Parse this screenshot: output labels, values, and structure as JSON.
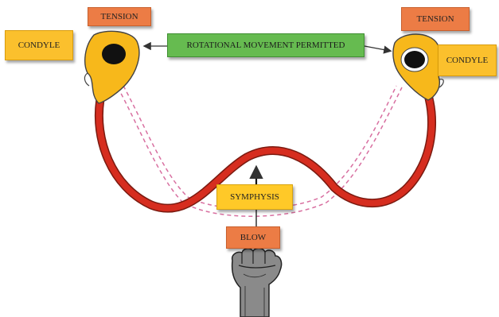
{
  "labels": {
    "tension_left": "TENSION",
    "tension_right": "TENSION",
    "condyle_left": "CONDYLE",
    "condyle_right": "CONDYLE",
    "rotational": "ROTATIONAL MOVEMENT PERMITTED",
    "symphysis": "SYMPHYSIS",
    "blow": "BLOW"
  },
  "colors": {
    "mandible_red": "#d62d1f",
    "condyle_yellow": "#f7b81b",
    "dashed_outline": "#d86fa0",
    "tension_orange": "#ec7c45",
    "condyle_label_yellow": "#fbc02d",
    "rotation_green": "#66bb50"
  },
  "icons": {
    "fist": "raised-fist-icon",
    "arrows": "double-headed-arrow-icon"
  }
}
